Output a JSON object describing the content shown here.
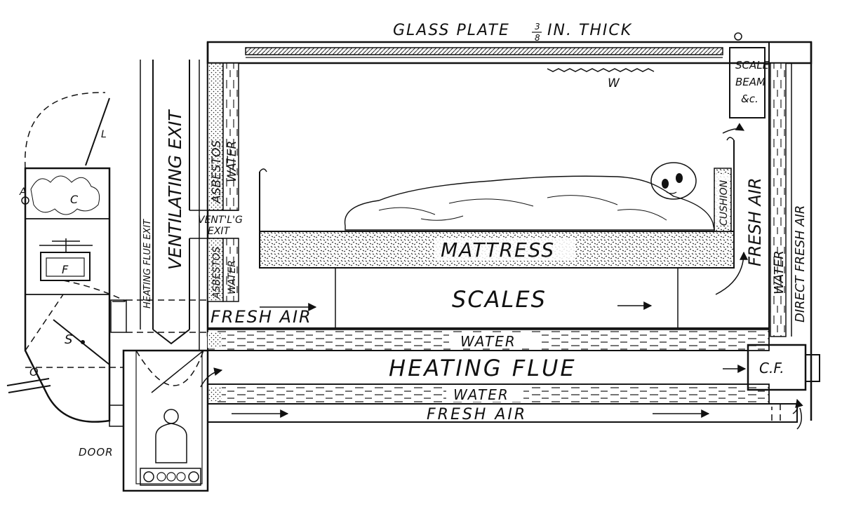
{
  "labels": {
    "glass_plate": "GLASS PLATE",
    "glass_frac_num": "3",
    "glass_frac_den": "8",
    "glass_unit": "IN. THICK",
    "w_mark": "W",
    "scale_beam_1": "SCALE",
    "scale_beam_2": "BEAM",
    "scale_beam_3": "&c.",
    "ventilating_exit": "VENTILATING EXIT",
    "heating_flue_exit": "HEATING FLUE EXIT",
    "asbestos_top": "ASBESTOS",
    "water_top": "WATER",
    "ventig_exit_1": "VENT'L'G",
    "ventig_exit_2": "EXIT",
    "asbestos_bottom": "ASBESTOS",
    "water_left_bottom": "WATER",
    "mattress": "MATTRESS",
    "cushion": "CUSHION",
    "fresh_air_right": "FRESH AIR",
    "water_right": "WATER",
    "direct_fresh_air": "DIRECT FRESH AIR",
    "scales": "SCALES",
    "fresh_air_middle": "FRESH AIR",
    "water_upper": "WATER",
    "heating_flue": "HEATING FLUE",
    "water_lower": "WATER",
    "fresh_air_bottom": "FRESH AIR",
    "cf": "C.F.",
    "door": "DOOR",
    "letter_a": "A",
    "letter_c": "C",
    "letter_f": "F",
    "letter_s": "S",
    "letter_o": "O",
    "letter_l": "L"
  }
}
